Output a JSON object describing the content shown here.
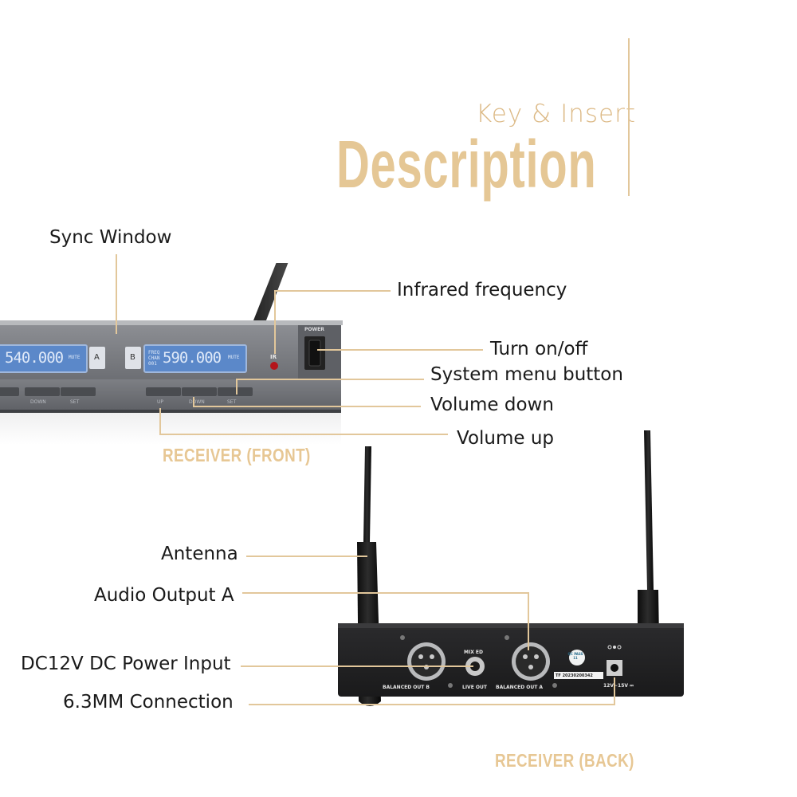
{
  "heading": {
    "small": "Key & Insert",
    "large": "Description"
  },
  "sections": {
    "front": "RECEIVER (FRONT)",
    "back": "RECEIVER (BACK)"
  },
  "front_labels": {
    "sync_window": "Sync Window",
    "infrared": "Infrared frequency",
    "turn_on_off": "Turn on/off",
    "system_menu": "System menu button",
    "volume_down": "Volume down",
    "volume_up": "Volume up"
  },
  "back_labels": {
    "antenna": "Antenna",
    "audio_output_a": "Audio Output A",
    "dc_power": "DC12V DC Power Input",
    "connection": "6.3MM Connection"
  },
  "front_panel": {
    "display_a": "540.000",
    "display_b": "590.000",
    "channel_a": "A",
    "channel_b": "B",
    "lcd_info": "FREQ CHAN 001",
    "mute": "MUTE",
    "ir": "IR",
    "power": "POWER",
    "buttons": [
      "UP",
      "DOWN",
      "SET"
    ]
  },
  "back_panel": {
    "out_b": "BALANCED OUT B",
    "out_a": "BALANCED OUT A",
    "mixed": "MIX ED",
    "live_out": "LIVE OUT",
    "qc": "QC PASS 11",
    "serial": "TF 20230200342",
    "dc_in": "12V~15V ⎓"
  },
  "colors": {
    "accent": "#e7c794",
    "line": "#e2c79b",
    "lcd": "#5b88c9"
  }
}
